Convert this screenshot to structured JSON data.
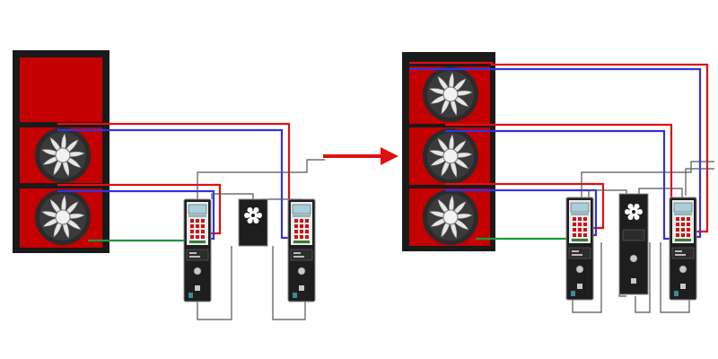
{
  "colors": {
    "background": "#ffffff",
    "door_frame": "#1a1a1a",
    "panel_red": "#c40000",
    "fan_housing": "#2b2b2b",
    "fan_blade": "#e6e6e6",
    "tube_red": "#e01010",
    "tube_blue": "#3333dd",
    "tube_green": "#1a9a3a",
    "cable_gray": "#555555",
    "gauge_body": "#1e1e1e",
    "gauge_screen": "#a8d0d8",
    "arrow": "#e01010"
  },
  "icons": {
    "fan": "fan-icon",
    "gauge": "pressure-gauge-icon",
    "hub": "network-hub-icon",
    "arrow": "arrow-right-icon"
  },
  "diagram": {
    "before": {
      "fans": 2,
      "gauges": 2,
      "hubs": 1
    },
    "after": {
      "fans": 3,
      "gauges": 2,
      "hubs": 1
    }
  }
}
